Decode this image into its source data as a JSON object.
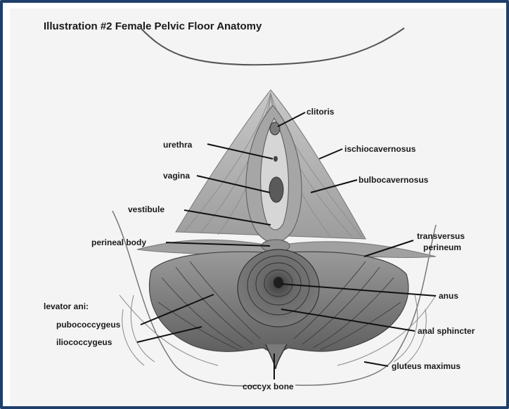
{
  "title": "Illustration #2  Female Pelvic Floor Anatomy",
  "labels": {
    "clitoris": "clitoris",
    "urethra": "urethra",
    "ischiocavernosus": "ischiocavernosus",
    "vagina": "vagina",
    "bulbocavernosus": "bulbocavernosus",
    "vestibule": "vestibule",
    "perineal_body": "perineal body",
    "transversus_line1": "transversus",
    "transversus_line2": "perineum",
    "levator_ani": "levator ani:",
    "pubococcygeus": "pubococcygeus",
    "iliococcygeus": "iliococcygeus",
    "anus": "anus",
    "anal_sphincter": "anal sphincter",
    "gluteus_maximus": "gluteus maximus",
    "coccyx_bone": "coccyx bone"
  },
  "colors": {
    "frame": "#1f3f6a",
    "background": "#f4f4f4",
    "muscle_dark": "#6e6e6e",
    "muscle_mid": "#8c8c8c",
    "muscle_light": "#b4b4b4",
    "ink": "#1a1a1a"
  }
}
